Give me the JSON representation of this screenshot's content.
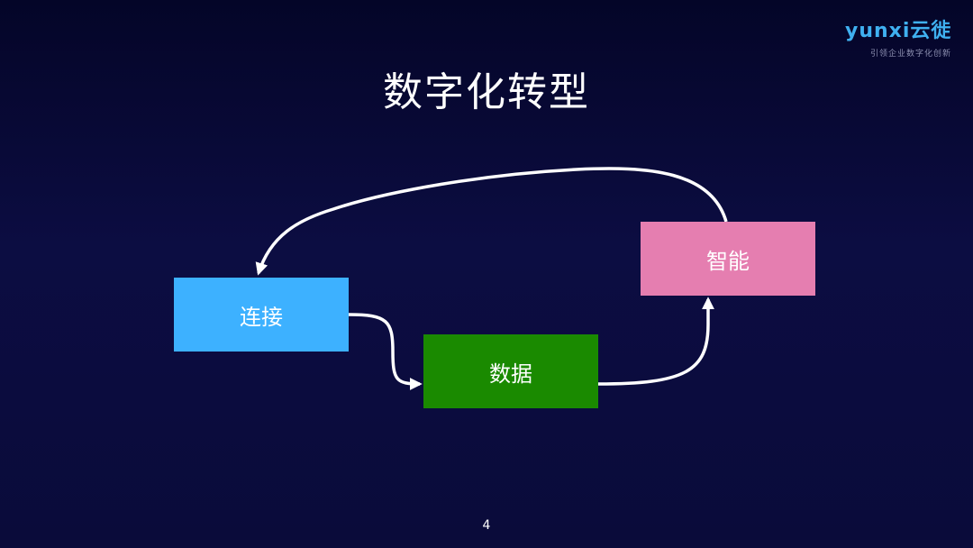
{
  "slide": {
    "title": "数字化转型",
    "page_number": "4"
  },
  "logo": {
    "brand": "yunxi云徙",
    "tagline": "引领企业数字化创新"
  },
  "diagram": {
    "nodes": [
      {
        "id": "connect",
        "label": "连接",
        "color": "#3db1ff"
      },
      {
        "id": "data",
        "label": "数据",
        "color": "#1a8a00"
      },
      {
        "id": "intelligence",
        "label": "智能",
        "color": "#e57eb0"
      }
    ],
    "edges": [
      {
        "from": "connect",
        "to": "data"
      },
      {
        "from": "data",
        "to": "intelligence"
      },
      {
        "from": "intelligence",
        "to": "connect"
      }
    ],
    "arrow_color": "#ffffff"
  }
}
